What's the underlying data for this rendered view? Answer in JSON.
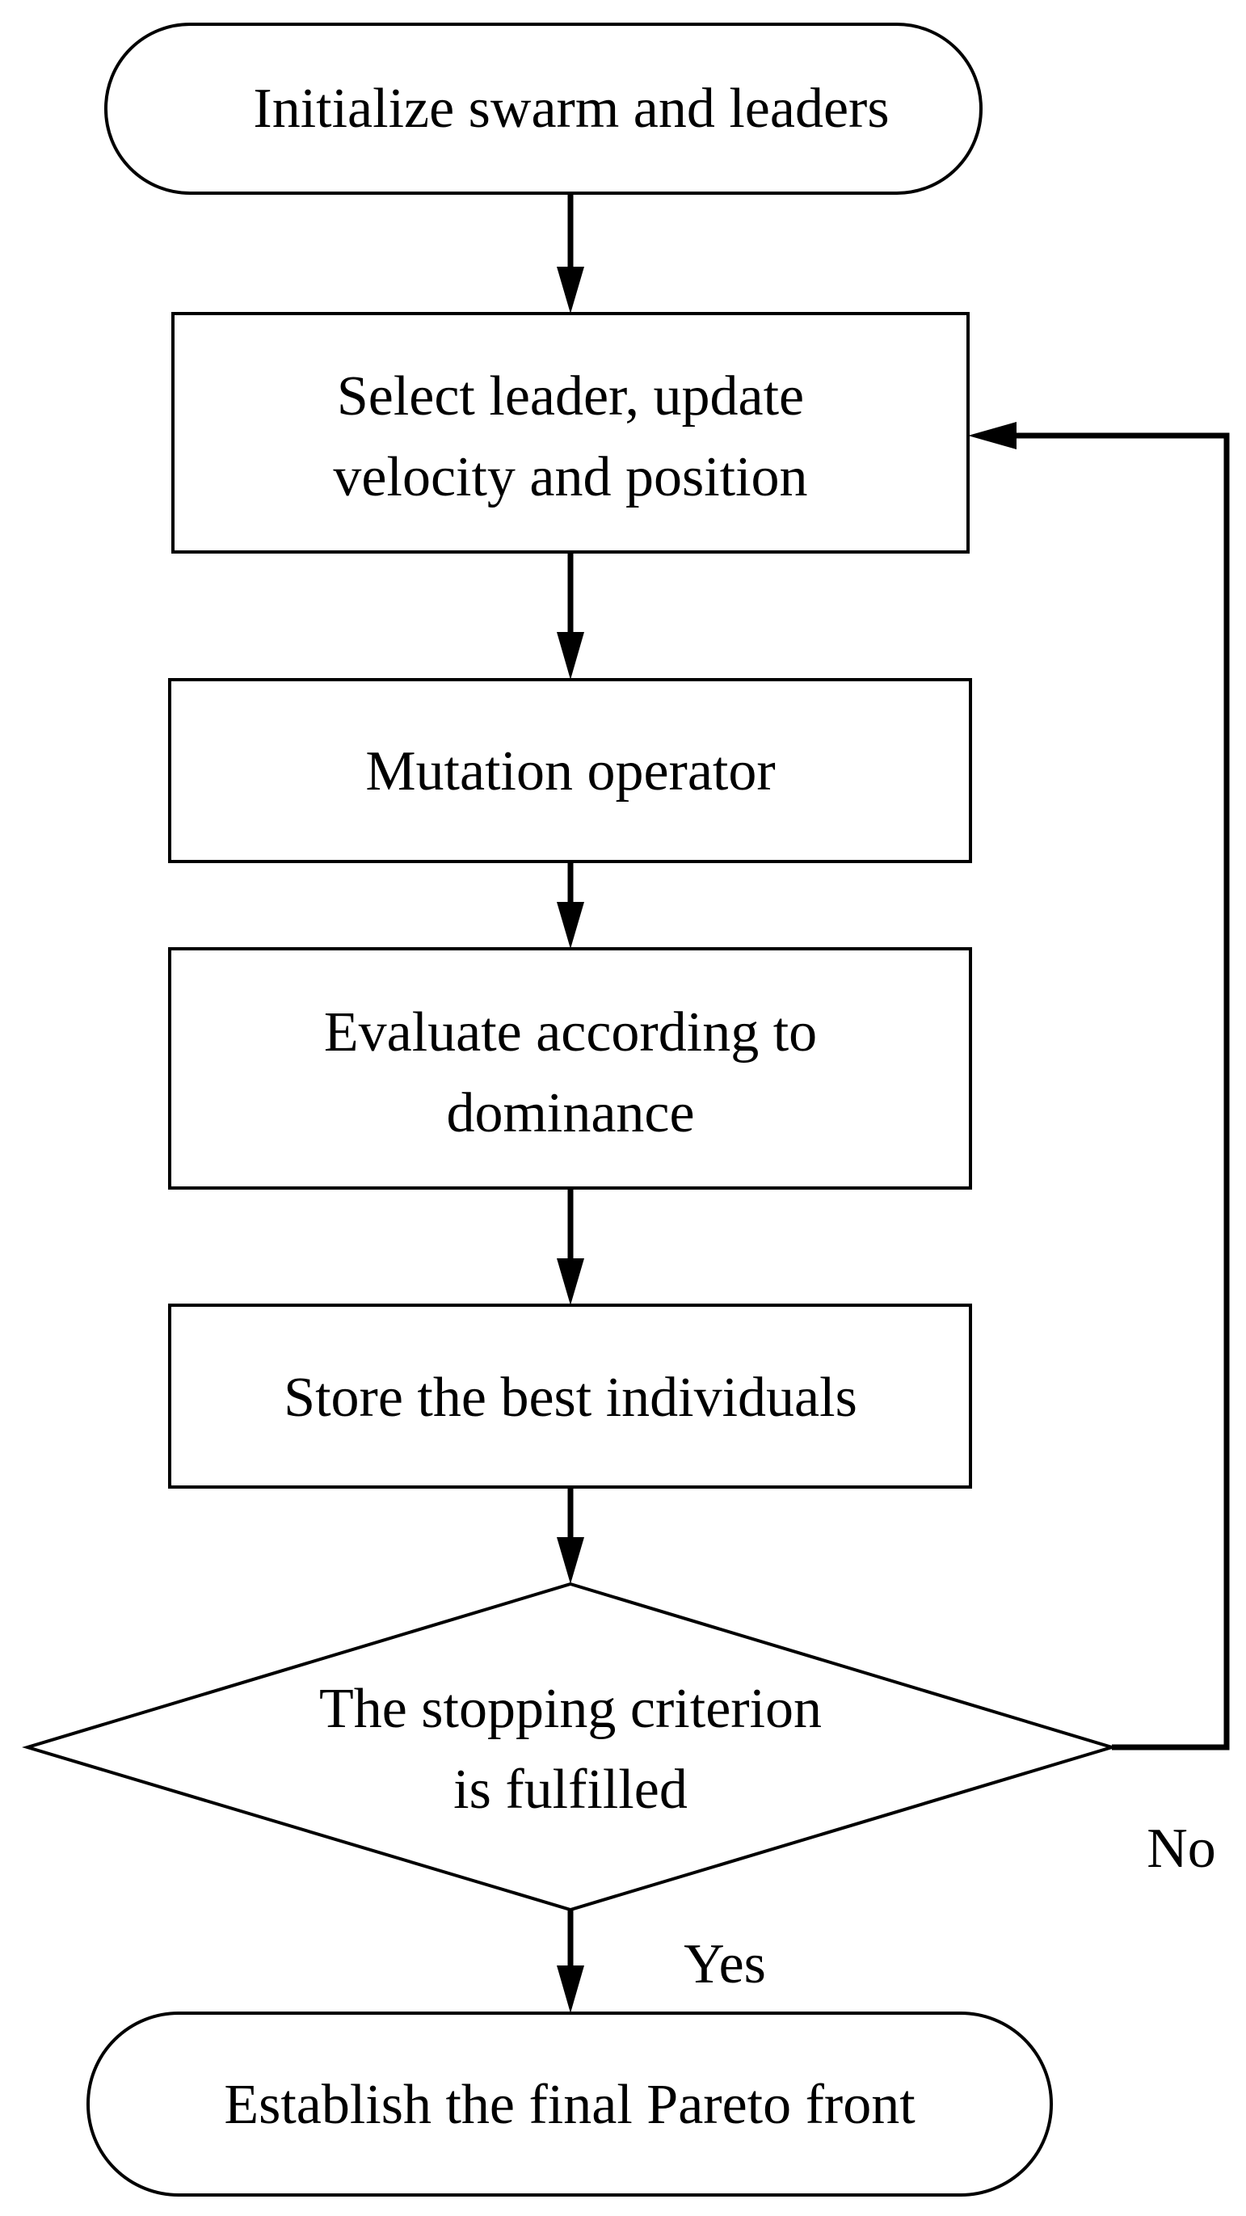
{
  "flowchart": {
    "start": {
      "label": "Initialize swarm and leaders"
    },
    "steps": [
      {
        "lines": [
          "Select leader, update",
          "velocity and position"
        ]
      },
      {
        "lines": [
          "Mutation operator"
        ]
      },
      {
        "lines": [
          "Evaluate according to",
          "dominance"
        ]
      },
      {
        "lines": [
          "Store the best individuals"
        ]
      }
    ],
    "decision": {
      "lines": [
        "The stopping criterion",
        "is fulfilled"
      ]
    },
    "branches": {
      "no_label": "No",
      "yes_label": "Yes"
    },
    "end": {
      "label": "Establish the final Pareto front"
    }
  }
}
